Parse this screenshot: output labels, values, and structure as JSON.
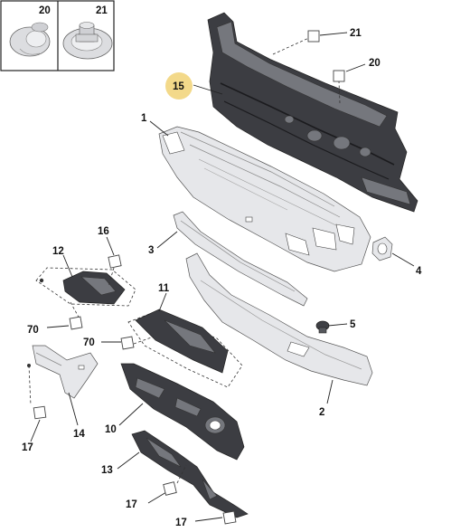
{
  "inset": {
    "items": [
      {
        "number": "20",
        "icon": "plastic-plug-clip"
      },
      {
        "number": "21",
        "icon": "push-rivet-clip"
      }
    ]
  },
  "callouts": {
    "c1": "1",
    "c2": "2",
    "c3": "3",
    "c4": "4",
    "c5": "5",
    "c10": "10",
    "c11": "11",
    "c12": "12",
    "c13": "13",
    "c14": "14",
    "c15": "15",
    "c16": "16",
    "c17a": "17",
    "c17b": "17",
    "c17c": "17",
    "c20": "20",
    "c21": "21",
    "c70a": "70",
    "c70b": "70"
  },
  "highlight": {
    "number": "15",
    "color": "#f3d98a"
  }
}
